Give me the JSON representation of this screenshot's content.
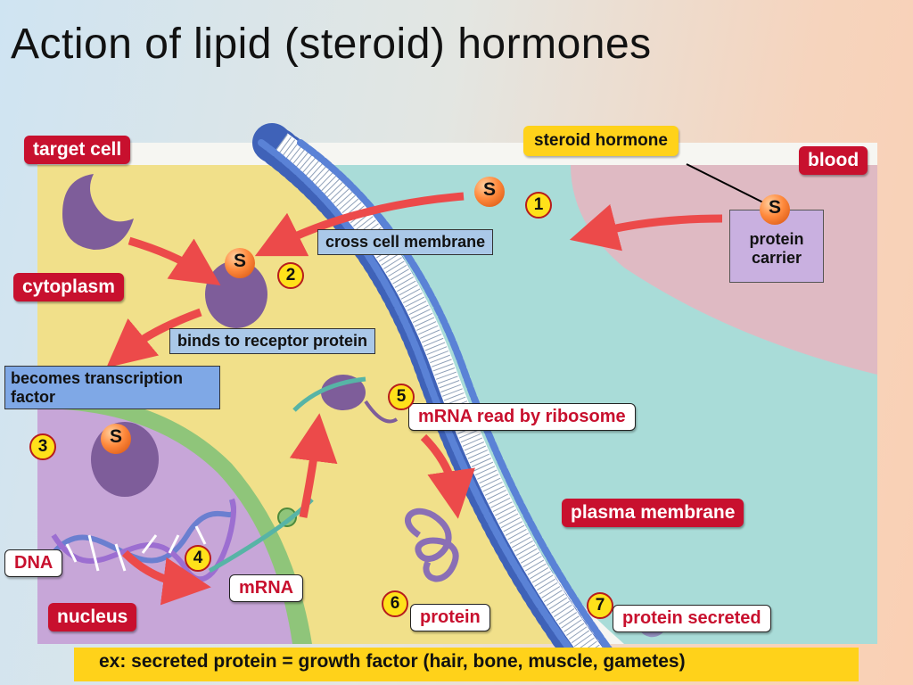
{
  "title": "Action of lipid (steroid) hormones",
  "labels": {
    "target_cell": "target cell",
    "blood": "blood",
    "steroid_hormone": "steroid hormone",
    "cytoplasm": "cytoplasm",
    "cross_cell_membrane": "cross cell membrane",
    "binds_receptor": "binds to receptor protein",
    "becomes_tf": "becomes transcription factor",
    "protein_carrier": "protein carrier",
    "mrna_read": "mRNA read by ribosome",
    "plasma_membrane": "plasma membrane",
    "dna": "DNA",
    "mrna": "mRNA",
    "nucleus": "nucleus",
    "protein": "protein",
    "protein_secreted": "protein secreted"
  },
  "hormone_symbol": "S",
  "steps": [
    "1",
    "2",
    "3",
    "4",
    "5",
    "6",
    "7"
  ],
  "footer": "ex: secreted protein = growth factor (hair, bone, muscle, gametes)",
  "colors": {
    "label_red": "#c8102e",
    "step_yellow": "#ffe11a",
    "cytoplasm": "#f2e38a",
    "nucleus": "#c7a6d8",
    "blood": "#a9dcd8",
    "arrow": "#ec4a4a"
  }
}
